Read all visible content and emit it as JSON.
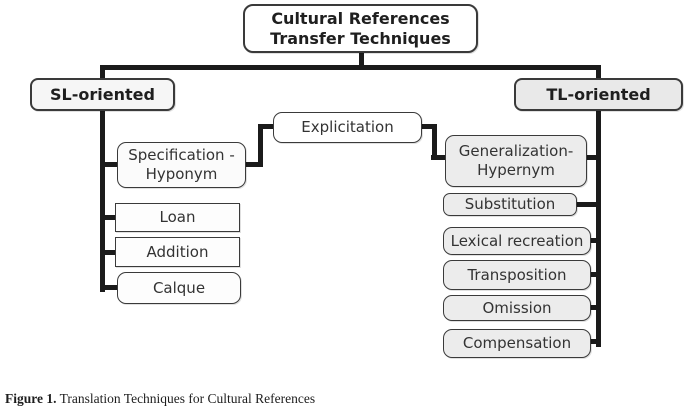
{
  "figure": {
    "root": {
      "line1": "Cultural References",
      "line2": "Transfer Techniques"
    },
    "sl": {
      "label": "SL-oriented"
    },
    "tl": {
      "label": "TL-oriented"
    },
    "explicitation": {
      "label": "Explicitation"
    },
    "specification": {
      "line1": "Specification -",
      "line2": "Hyponym"
    },
    "loan": {
      "label": "Loan"
    },
    "addition": {
      "label": "Addition"
    },
    "calque": {
      "label": "Calque"
    },
    "generalization": {
      "line1": "Generalization-",
      "line2": "Hypernym"
    },
    "substitution": {
      "label": "Substitution"
    },
    "lexical_recreation": {
      "label": "Lexical recreation"
    },
    "transposition": {
      "label": "Transposition"
    },
    "omission": {
      "label": "Omission"
    },
    "compensation": {
      "label": "Compensation"
    },
    "colors": {
      "connector": "#1b1b1b",
      "box_border": "#3a3a3a",
      "left_fill": "#fdfdfd",
      "right_fill": "#ececec"
    }
  },
  "caption": {
    "prefix": "Figure 1.",
    "rest": " Translation Techniques for Cultural References"
  }
}
